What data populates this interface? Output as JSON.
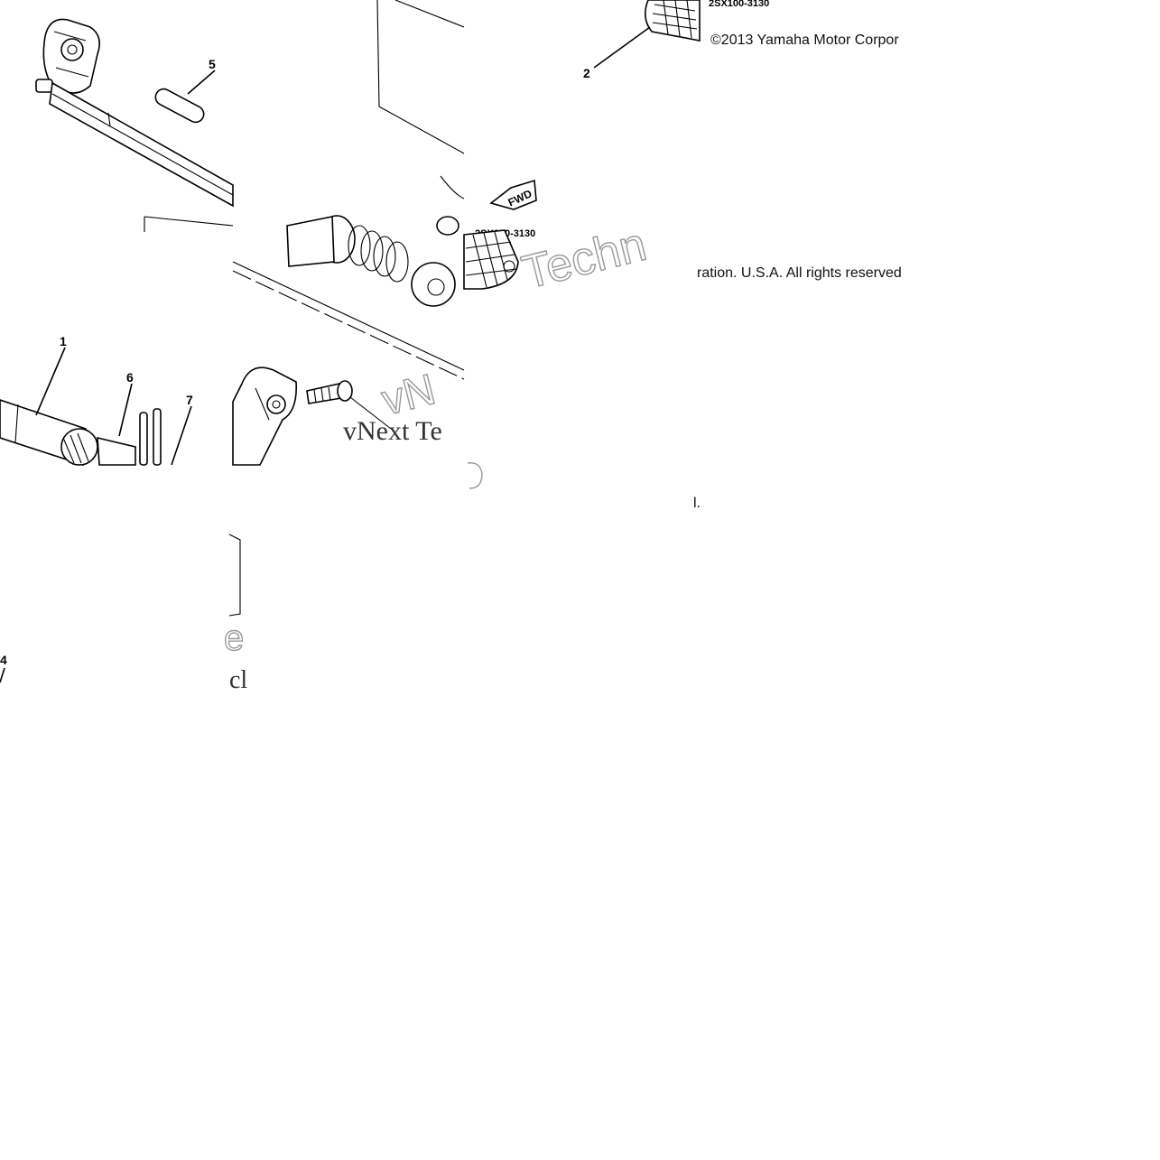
{
  "copyright_fragments": {
    "part1": "©2013 Yamaha Motor Corpor",
    "part2": "ration. U.S.A. All rights reserved",
    "part3": "l."
  },
  "callouts": {
    "c1": "1",
    "c2": "2",
    "c4": "4",
    "c5": "5",
    "c6": "6",
    "c7": "7"
  },
  "part_codes": {
    "code_top": "2SX100-3130",
    "code_mid": "2SX100-3130"
  },
  "labels": {
    "fwd": "FWD"
  },
  "watermark": {
    "word_techn": "Techn",
    "word_vnext": "vNext Te",
    "frag_vn": "vN",
    "frag_e": "e",
    "frag_cl": "cl"
  }
}
